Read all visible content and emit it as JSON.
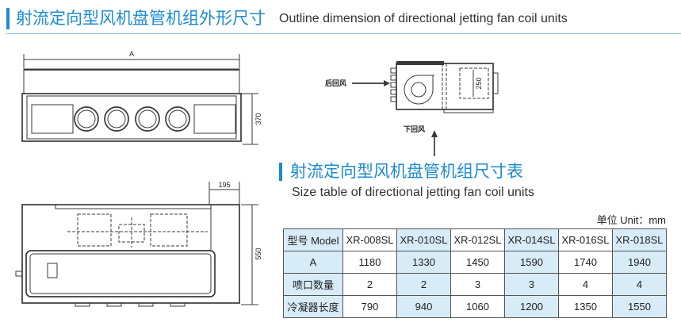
{
  "colors": {
    "accent": "#1c8bd2",
    "text": "#333333",
    "line": "#3a3a3a",
    "table_fill": "#d8ecf8",
    "rule": "#8cc3e6"
  },
  "outline_section": {
    "title_cn": "射流定向型风机盘管机组外形尺寸",
    "title_en": "Outline dimension of directional jetting fan coil units"
  },
  "front_view": {
    "dim_length": "A",
    "dim_height": "370"
  },
  "side_view": {
    "rear_return_label": "后回风",
    "bottom_return_label": "下回风",
    "dim_height": "250"
  },
  "top_view": {
    "dim_offset": "195",
    "dim_depth": "550"
  },
  "size_table_section": {
    "title_cn": "射流定向型风机盘管机组尺寸表",
    "title_en": "Size table of directional jetting fan coil units",
    "unit": "单位 Unit：mm"
  },
  "size_table": {
    "header": [
      "型号 Model",
      "XR-008SL",
      "XR-010SL",
      "XR-012SL",
      "XR-014SL",
      "XR-016SL",
      "XR-018SL"
    ],
    "rows": [
      {
        "label": "A",
        "values": [
          "1180",
          "1330",
          "1450",
          "1590",
          "1740",
          "1940"
        ]
      },
      {
        "label": "喷口数量",
        "values": [
          "2",
          "2",
          "3",
          "3",
          "4",
          "4"
        ]
      },
      {
        "label": "冷凝器长度",
        "values": [
          "790",
          "940",
          "1060",
          "1200",
          "1350",
          "1550"
        ]
      }
    ]
  }
}
